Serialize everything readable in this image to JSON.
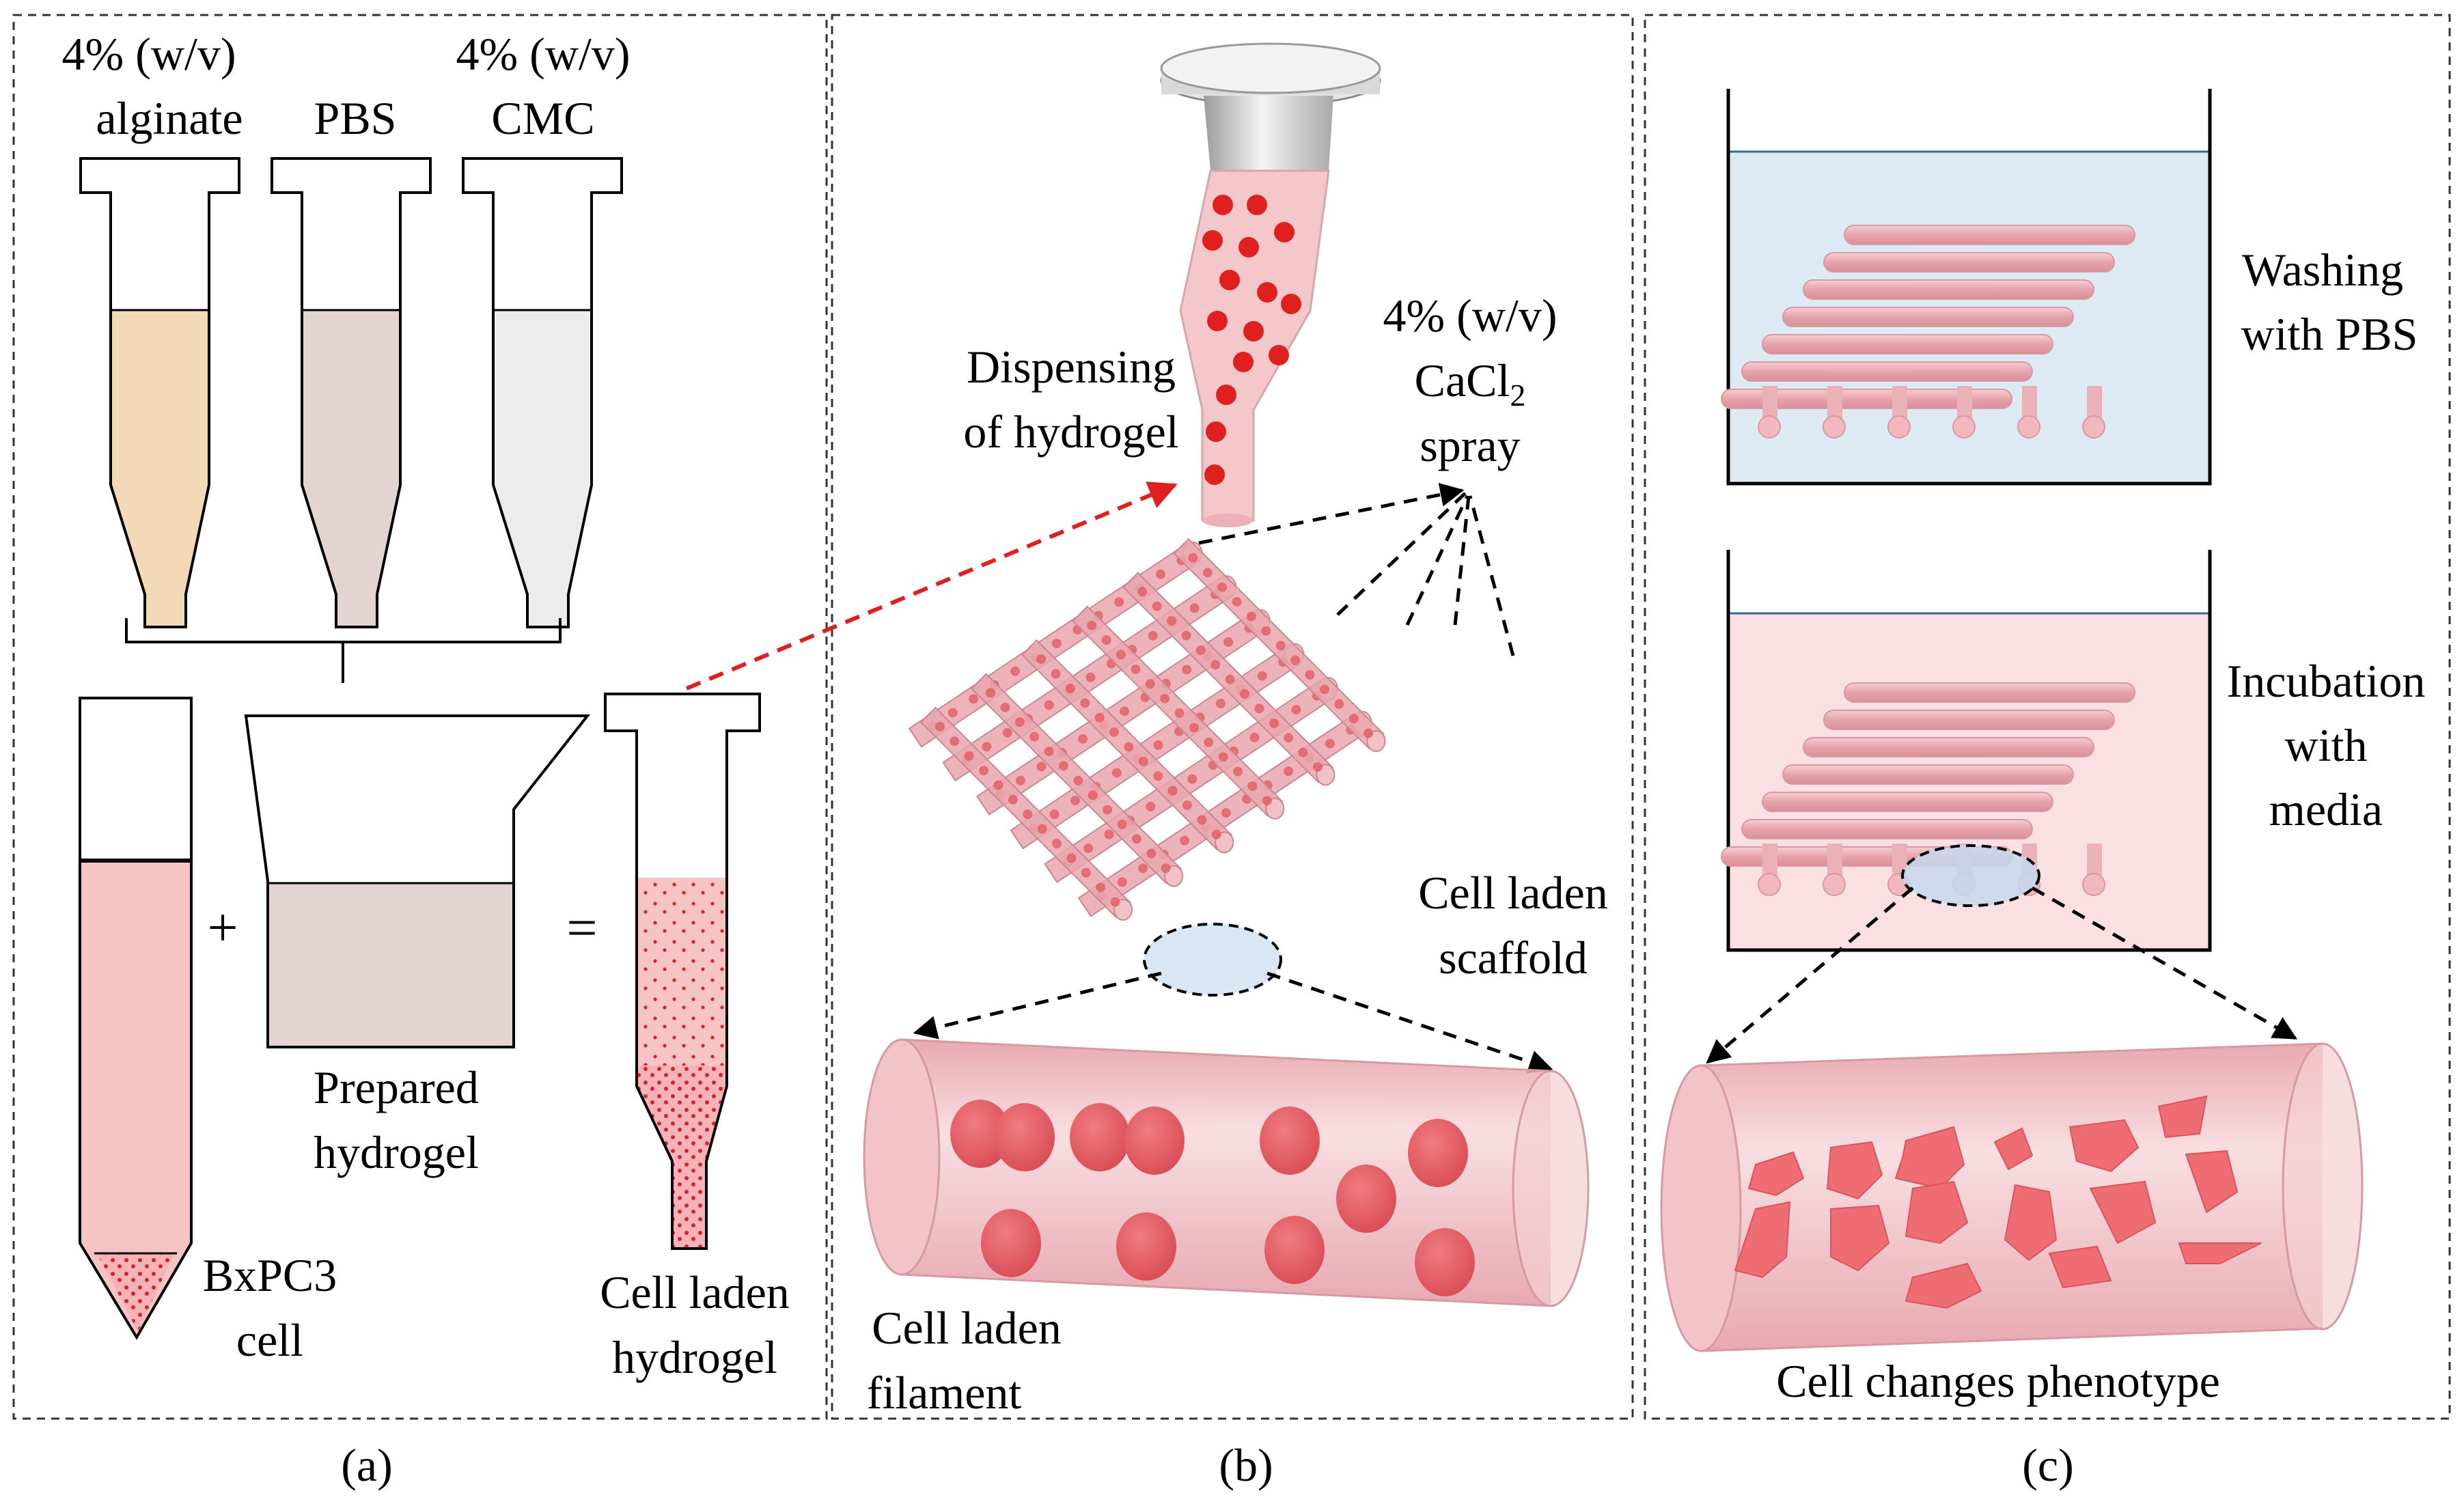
{
  "panel_a": {
    "tube1_label_line1": "4% (w/v)",
    "tube1_label_line2": "alginate",
    "tube2_label": "PBS",
    "tube3_label_line1": "4% (w/v)",
    "tube3_label_line2": "CMC",
    "plus_sign": "+",
    "equals_sign": "=",
    "beaker_label_line1": "Prepared",
    "beaker_label_line2": "hydrogel",
    "cell_label_line1": "BxPC3",
    "cell_label_line2": "cell",
    "result_label_line1": "Cell laden",
    "result_label_line2": "hydrogel",
    "caption": "(a)"
  },
  "panel_b": {
    "dispense_label_line1": "Dispensing",
    "dispense_label_line2": "of hydrogel",
    "spray_label_line1": "4% (w/v)",
    "spray_label_line2_main": "CaCl",
    "spray_label_line2_sub": "2",
    "spray_label_line3": "spray",
    "scaffold_label_line1": "Cell laden",
    "scaffold_label_line2": "scaffold",
    "filament_label_line1": "Cell laden",
    "filament_label_line2": "filament",
    "caption": "(b)"
  },
  "panel_c": {
    "wash_label_line1": "Washing",
    "wash_label_line2": "with PBS",
    "incubation_label_line1": "Incubation",
    "incubation_label_line2": "with",
    "incubation_label_line3": "media",
    "phenotype_label": "Cell changes phenotype",
    "caption": "(c)"
  },
  "colors": {
    "alginate": "#f3d9b8",
    "pbs": "#e3d3d3",
    "cmc": "#ececec",
    "cell_suspension": "#f7c4c4",
    "cell_dot": "#e0201e",
    "hydrogel_pink": "#e9a7ae",
    "wash_bath": "#dde9f3",
    "media_bath": "#fbe0e3",
    "red_arrow": "#e0201e"
  }
}
